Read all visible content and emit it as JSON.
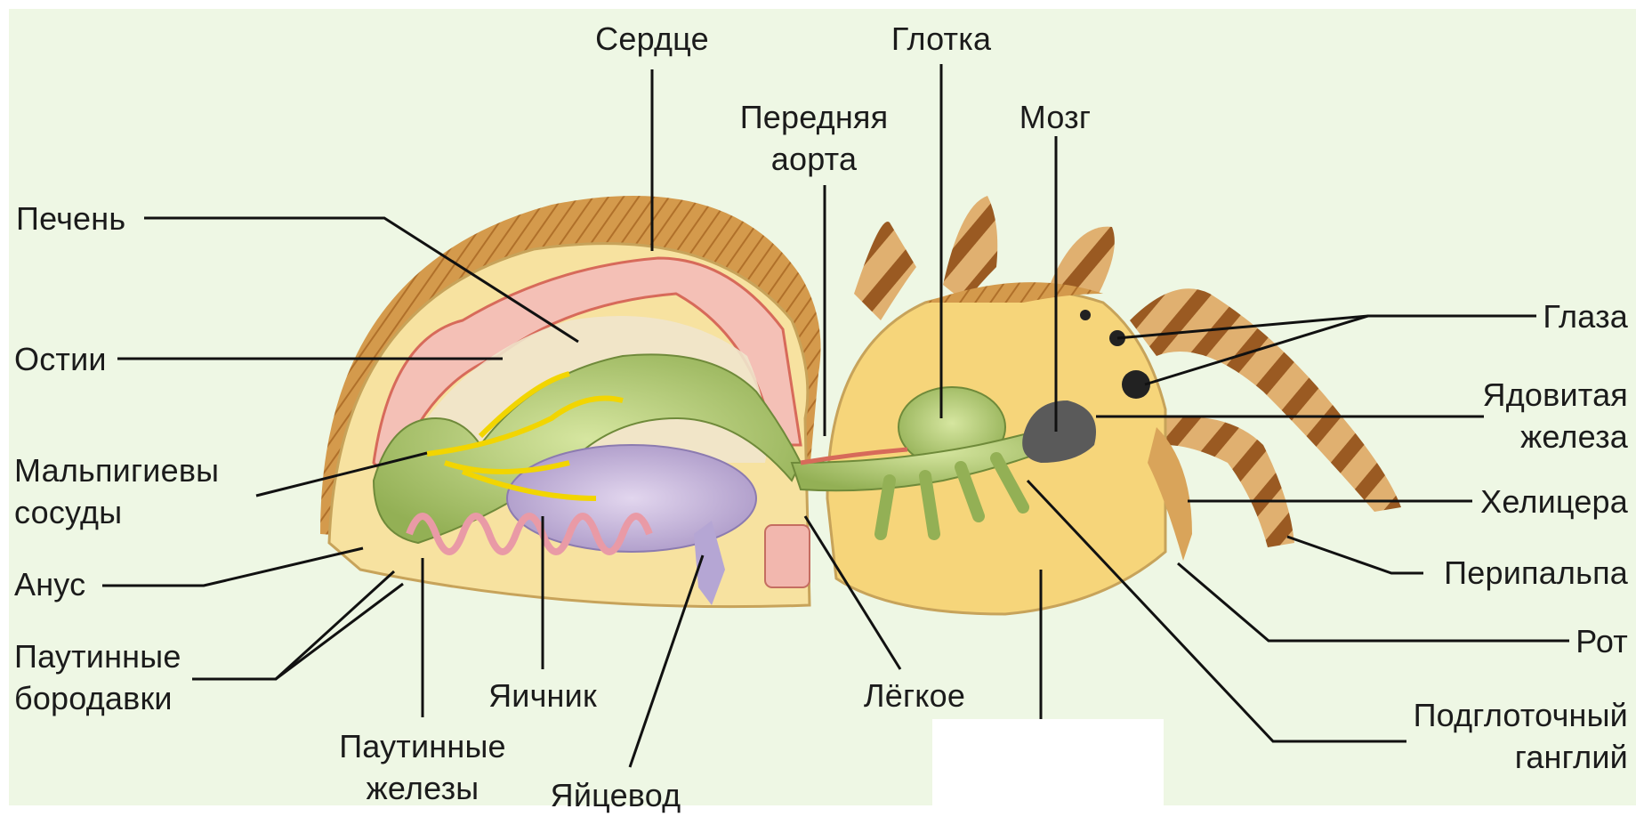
{
  "labels": {
    "heart": "Сердце",
    "pharynx": "Глотка",
    "anterior_aorta": [
      "Передняя",
      "аорта"
    ],
    "brain": "Мозг",
    "liver": "Печень",
    "ostia": "Остии",
    "malpighian": [
      "Мальпигиевы",
      "сосуды"
    ],
    "anus": "Анус",
    "spinnerets": [
      "Паутинные",
      "бородавки"
    ],
    "silk_glands": [
      "Паутинные",
      "железы"
    ],
    "ovary": "Яичник",
    "oviduct": "Яйцевод",
    "lung": "Лёгкое",
    "eyes": "Глаза",
    "venom_gland": [
      "Ядовитая",
      "железа"
    ],
    "chelicera": "Хелицера",
    "pedipalp": "Перипальпа",
    "mouth": "Рот",
    "subpharyngeal": [
      "Подглоточный",
      "ганглий"
    ]
  },
  "colors": {
    "background": "#eef7e4",
    "body_wall": "#f6dc8a",
    "hair": "#c98a3a",
    "heart": "#f4b8b0",
    "gut": "#a8c46a",
    "ovary": "#c7b6dc",
    "nerve": "#555555",
    "leader_line": "#111111"
  }
}
